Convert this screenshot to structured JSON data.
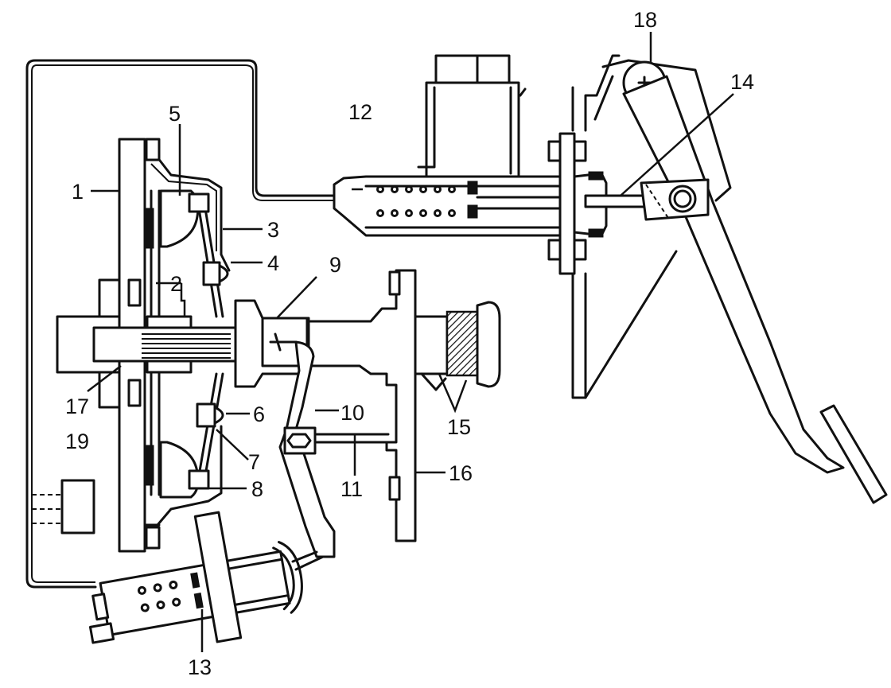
{
  "diagram": {
    "labels": {
      "l1": "1",
      "l2": "2",
      "l3": "3",
      "l4": "4",
      "l5": "5",
      "l6": "6",
      "l7": "7",
      "l8": "8",
      "l9": "9",
      "l10": "10",
      "l11": "11",
      "l12": "12",
      "l13": "13",
      "l14": "14",
      "l15": "15",
      "l16": "16",
      "l17": "17",
      "l18": "18",
      "l19": "19"
    }
  }
}
